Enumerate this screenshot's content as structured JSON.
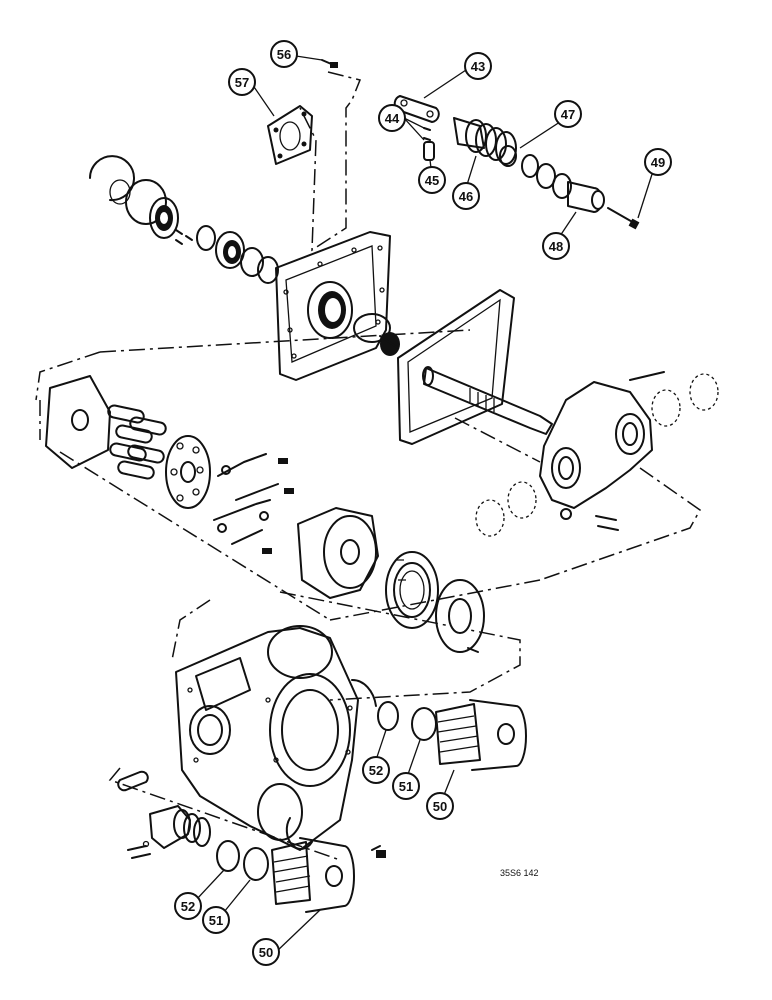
{
  "callouts": {
    "c56": "56",
    "c57": "57",
    "c43": "43",
    "c44": "44",
    "c47": "47",
    "c45": "45",
    "c46": "46",
    "c49": "49",
    "c48": "48",
    "c52a": "52",
    "c51a": "51",
    "c50a": "50",
    "c52b": "52",
    "c51b": "51",
    "c50b": "50"
  },
  "figure_code": "35S6 142"
}
